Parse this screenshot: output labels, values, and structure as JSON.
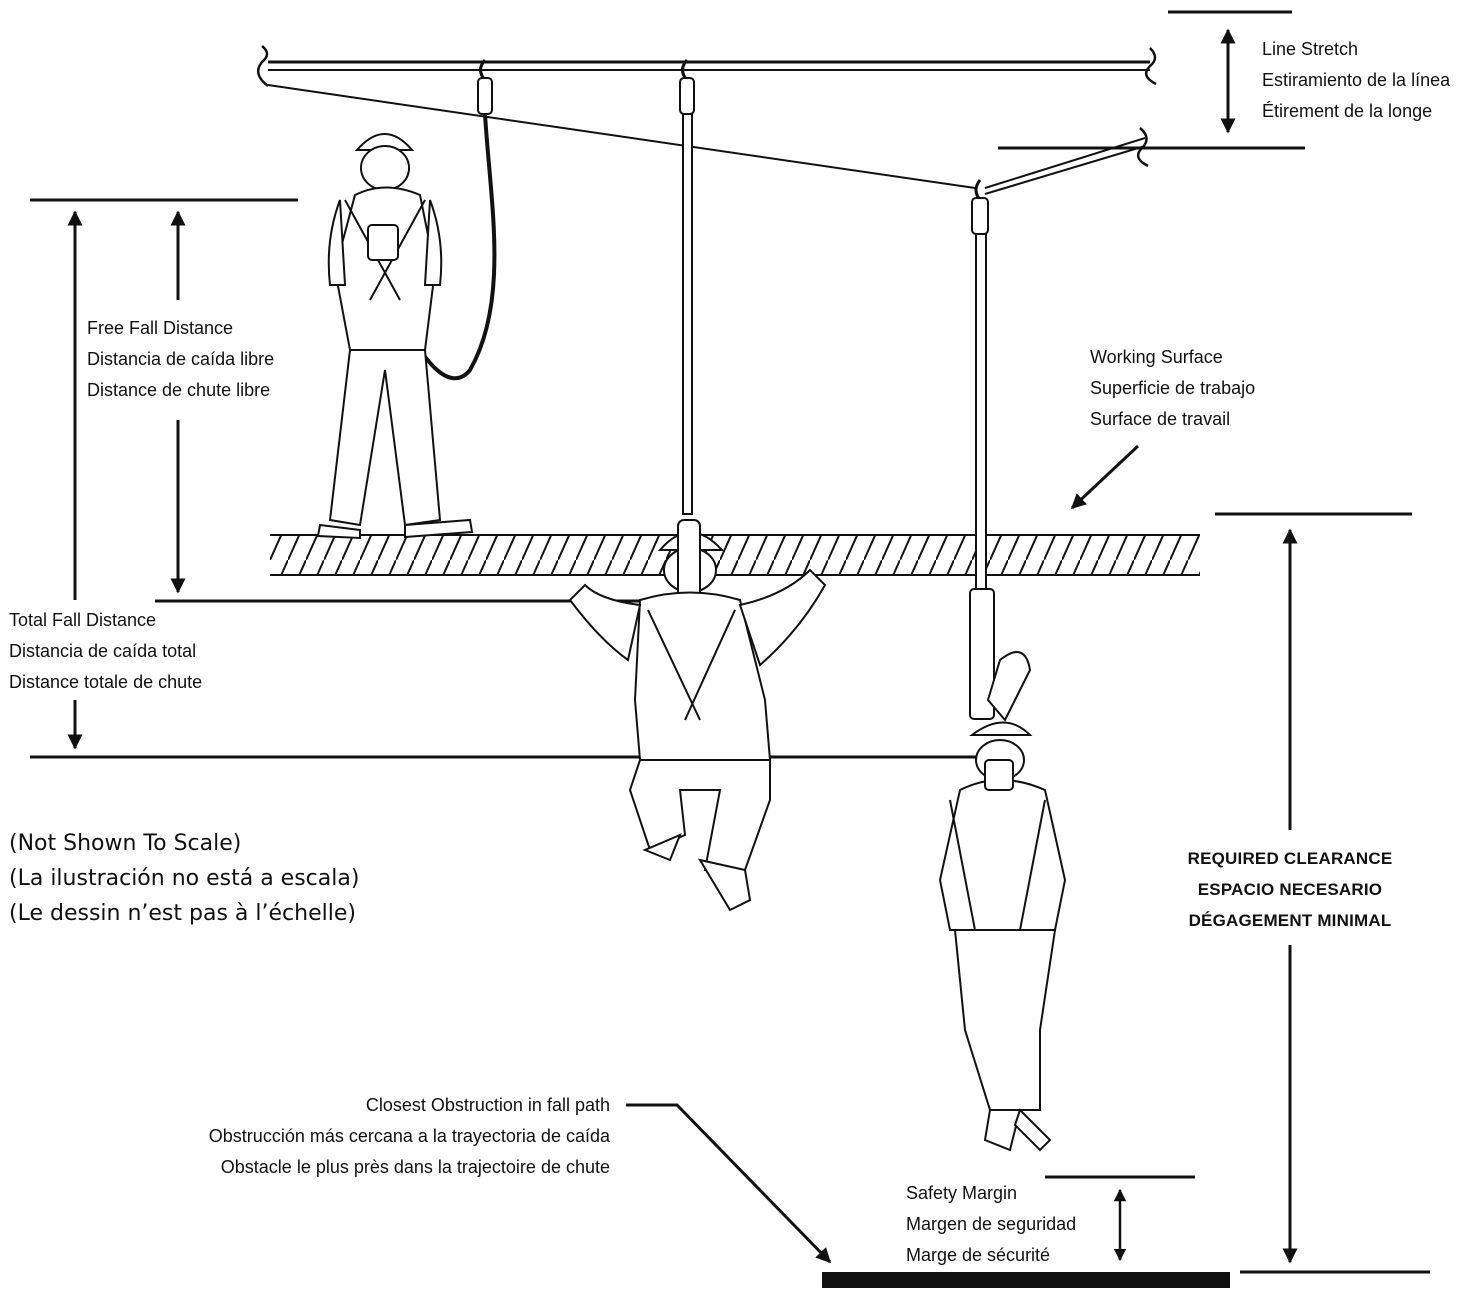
{
  "labels": {
    "line_stretch": [
      "Line Stretch",
      "Estiramiento de la línea",
      "Étirement de la longe"
    ],
    "free_fall": [
      "Free Fall Distance",
      "Distancia de caída libre",
      "Distance de chute libre"
    ],
    "working_surface": [
      "Working Surface",
      "Superficie de trabajo",
      "Surface de travail"
    ],
    "total_fall": [
      "Total Fall Distance",
      "Distancia de caída total",
      "Distance totale de chute"
    ],
    "required_clearance": [
      "REQUIRED CLEARANCE",
      "ESPACIO NECESARIO",
      "DÉGAGEMENT MINIMAL"
    ],
    "closest_obstruction": [
      "Closest Obstruction in fall path",
      "Obstrucción más cercana a la trayectoria de caída",
      "Obstacle le plus près dans la trajectoire de chute"
    ],
    "safety_margin": [
      "Safety Margin",
      "Margen de seguridad",
      "Marge de sécurité"
    ]
  },
  "scale_note": [
    "(Not Shown To Scale)",
    "(La ilustración no está a escala)",
    "(Le dessin n’est pas à l’échelle)"
  ]
}
